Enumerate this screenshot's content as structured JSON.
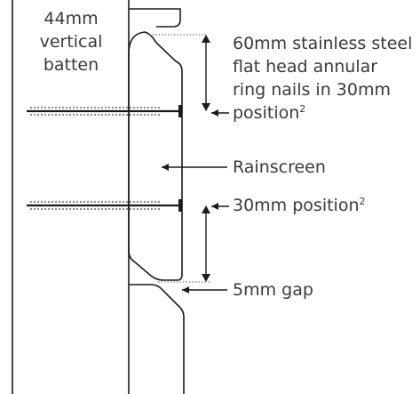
{
  "labels": {
    "batten": [
      "44mm",
      "vertical",
      "batten"
    ],
    "nails": [
      "60mm stainless steel",
      "flat head annular",
      "ring nails in 30mm"
    ],
    "nails_position_word": "position",
    "rainscreen": "Rainscreen",
    "position_30": "30mm position",
    "gap": "5mm gap",
    "superscript": "2"
  },
  "colors": {
    "line": "#1a1a1a",
    "text": "#3a3a3a",
    "dotted": "#555555"
  }
}
